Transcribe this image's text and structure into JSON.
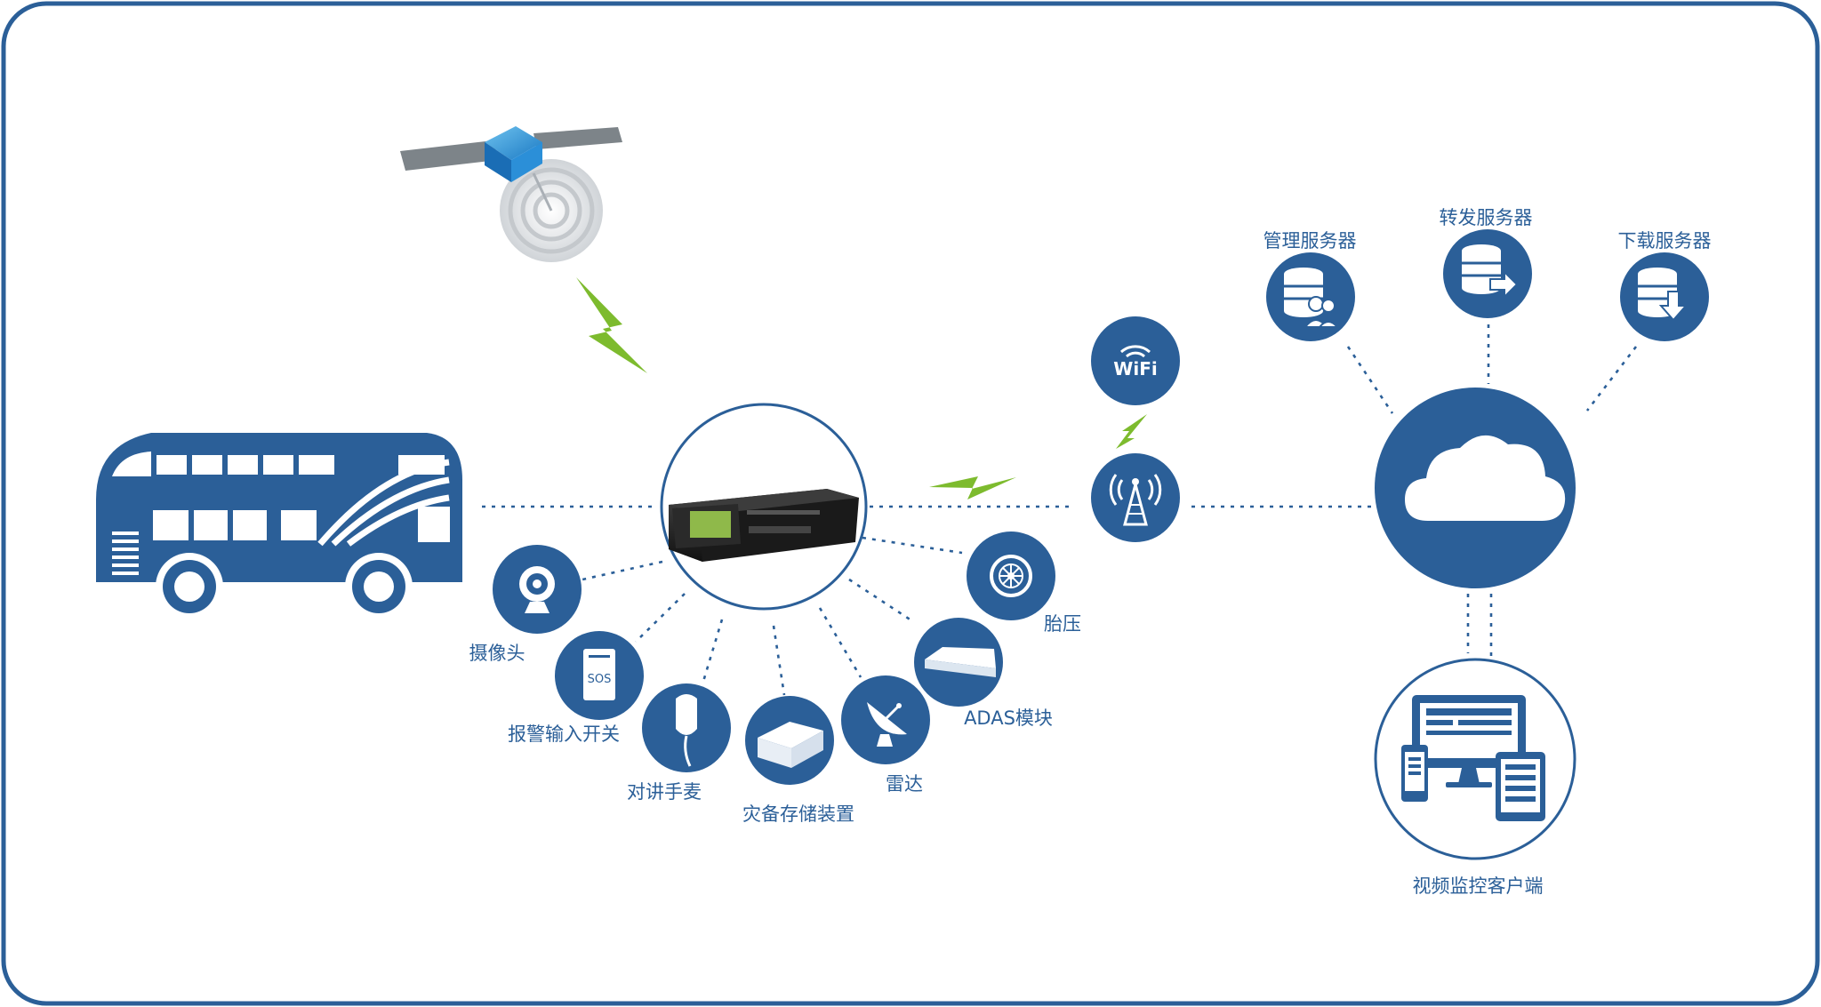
{
  "colors": {
    "primary": "#2b5f98",
    "accent_green": "#7dbb2e",
    "background": "#ffffff",
    "border": "#2b5f98"
  },
  "diagram": {
    "device_labels": {
      "camera": "摄像头",
      "alarm_switch": "报警输入开关",
      "intercom": "对讲手麦",
      "storage": "灾备存储装置",
      "radar": "雷达",
      "adas": "ADAS模块",
      "tire_pressure": "胎压"
    },
    "sos_text": "SOS",
    "wifi_text": "WiFi",
    "server_labels": {
      "management": "管理服务器",
      "forwarding": "转发服务器",
      "download": "下载服务器"
    },
    "client_label": "视频监控客户端"
  },
  "icons": {
    "bus": "double-decker-bus-icon",
    "satellite": "satellite-icon",
    "dvr": "mobile-dvr-icon",
    "camera": "webcam-icon",
    "sos": "sos-button-icon",
    "intercom": "handheld-microphone-icon",
    "storage": "storage-box-icon",
    "radar": "radar-dish-icon",
    "adas": "adas-module-icon",
    "tire": "tire-icon",
    "wifi": "wifi-icon",
    "tower": "signal-tower-icon",
    "cloud": "cloud-icon",
    "server_user": "server-users-icon",
    "server_forward": "server-forward-icon",
    "server_download": "server-download-icon",
    "devices": "multi-device-icon"
  }
}
